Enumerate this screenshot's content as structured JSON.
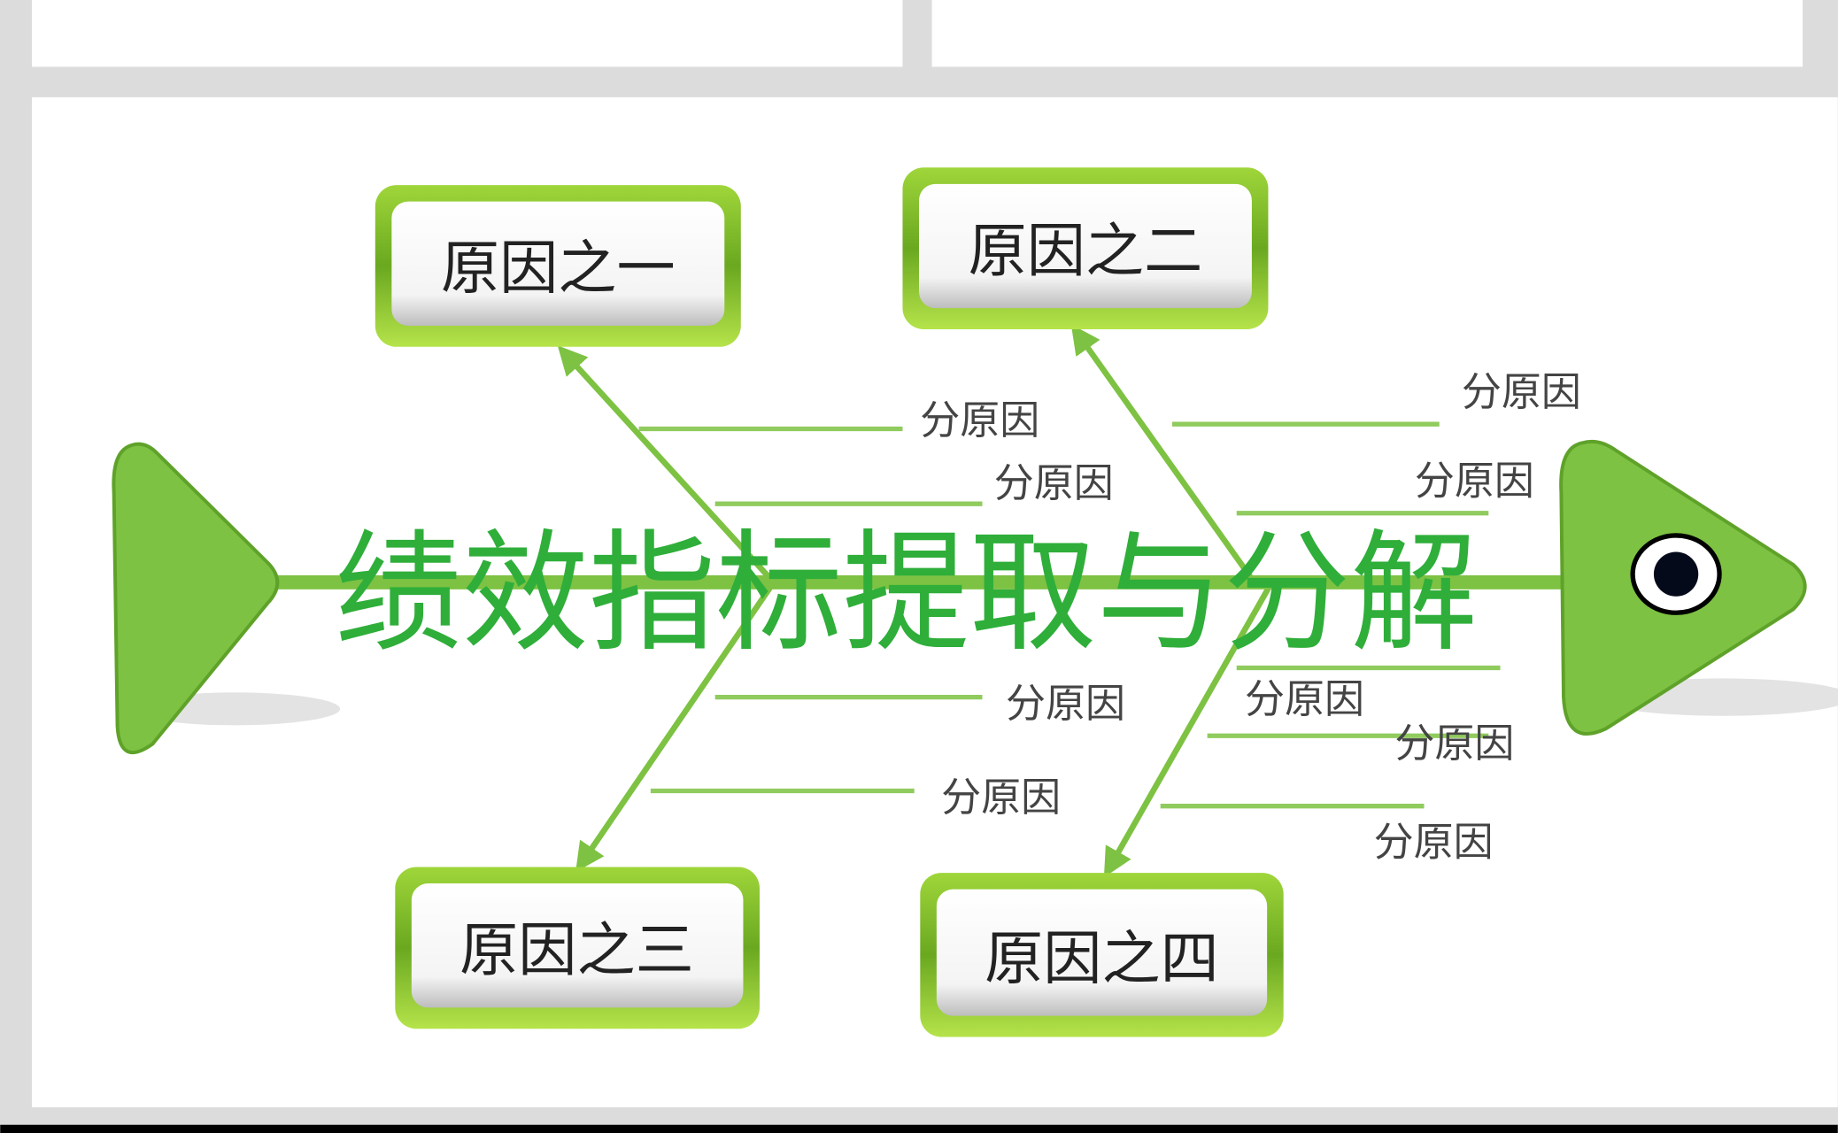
{
  "title": "绩效指标提取与分解",
  "causes": [
    {
      "label": "原因之一"
    },
    {
      "label": "原因之二"
    },
    {
      "label": "原因之三"
    },
    {
      "label": "原因之四"
    }
  ],
  "sub_causes": [
    "分原因",
    "分原因",
    "分原因",
    "分原因",
    "分原因",
    "分原因",
    "分原因",
    "分原因",
    "分原因"
  ],
  "colors": {
    "fish_green": "#7dc242",
    "title_green": "#2fae3a",
    "box_border": "#8cc63f"
  }
}
